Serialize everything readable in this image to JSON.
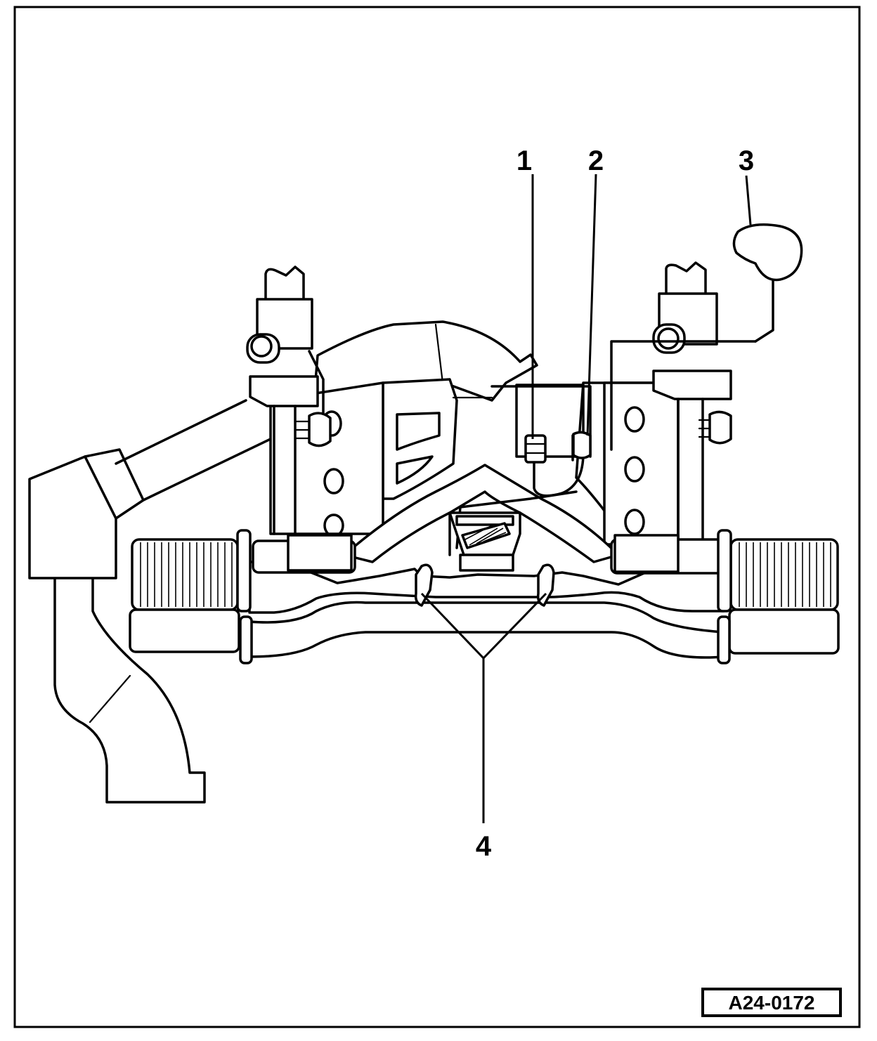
{
  "callouts": [
    {
      "id": "1",
      "label": "1"
    },
    {
      "id": "2",
      "label": "2"
    },
    {
      "id": "3",
      "label": "3"
    },
    {
      "id": "4",
      "label": "4"
    }
  ],
  "figure_reference": "A24-0172"
}
